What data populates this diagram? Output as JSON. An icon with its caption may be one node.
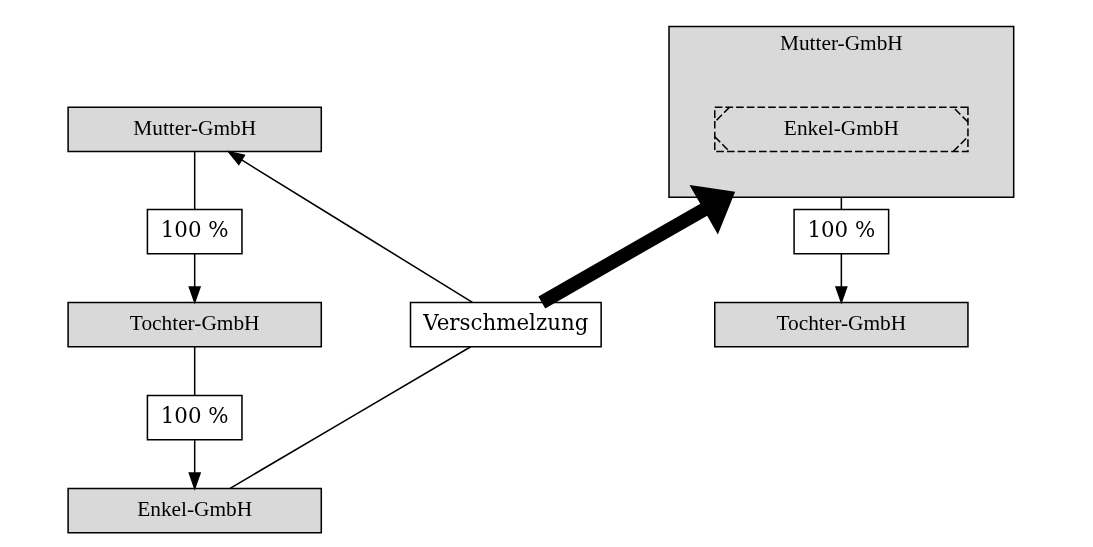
{
  "diagram": {
    "nodes": [
      {
        "text": [
          "Mutter-GmbH"
        ]
      },
      {
        "text": [
          "100 %"
        ]
      },
      {
        "text": [
          "Tochter-GmbH"
        ]
      },
      {
        "text": [
          "100 %"
        ]
      },
      {
        "text": [
          "Enkel-GmbH"
        ]
      },
      {
        "text": [
          "Verschmelzung"
        ]
      },
      {
        "text": [
          "Mutter-GmbH"
        ]
      },
      {
        "text": [
          "Enkel-GmbH"
        ],
        "in": 6
      },
      {
        "text": [
          "100 %"
        ]
      },
      {
        "text": [
          "Tochter-GmbH"
        ]
      }
    ],
    "edges": [
      {
        "from": 0,
        "to": 1,
        "arrow": "none"
      },
      {
        "from": 1,
        "to": 2,
        "arrow": "to"
      },
      {
        "from": 2,
        "to": 3,
        "arrow": "none"
      },
      {
        "from": 3,
        "to": 4,
        "arrow": "to"
      },
      {
        "from": 4,
        "to": 5,
        "arrow": "none"
      },
      {
        "from": 5,
        "to": 0,
        "arrow": "to"
      },
      {
        "from": 5,
        "to": 6,
        "arrow": "to",
        "style": "thick"
      },
      {
        "from": 6,
        "to": 8,
        "arrow": "none"
      },
      {
        "from": 8,
        "to": 9,
        "arrow": "to"
      }
    ]
  }
}
